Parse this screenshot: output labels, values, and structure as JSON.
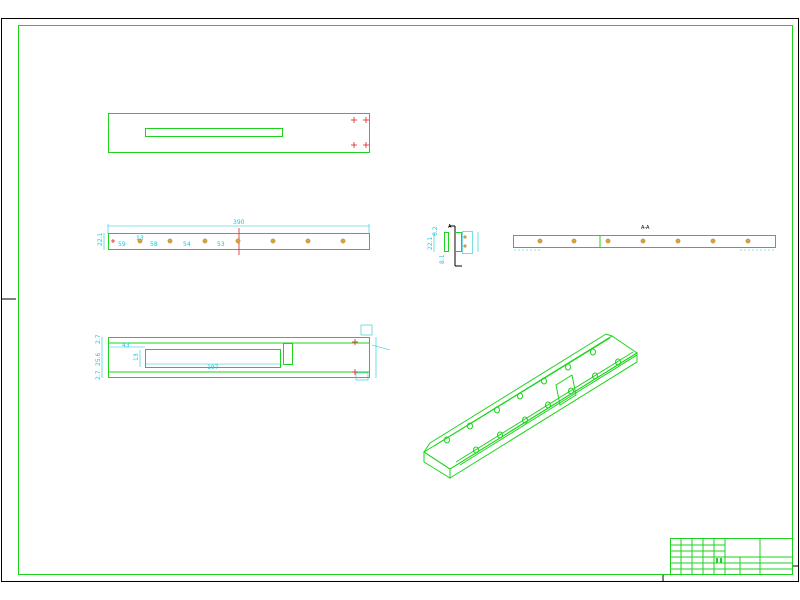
{
  "colors": {
    "outline": "#1dd31d",
    "dimension": "#19c6d6",
    "center_mark": "#e12020",
    "hole": "#d9a23a",
    "frame": "#000000",
    "background": "#ffffff"
  },
  "front_view": {
    "overall_length": "390",
    "height": "22.1",
    "spacing_first": "59",
    "spacing_offset": "13",
    "spacing_2": "58",
    "spacing_3": "54",
    "spacing_4": "53"
  },
  "top_view": {
    "slot_offset": "43",
    "slot_width": "13",
    "slot_length": "197",
    "left_dims": [
      "2.7",
      "25.6",
      "2.7"
    ]
  },
  "side_view": {
    "label": "A",
    "dims": [
      "6.2",
      "22.1",
      "8.1"
    ]
  },
  "section_view": {
    "label": "A-A"
  }
}
